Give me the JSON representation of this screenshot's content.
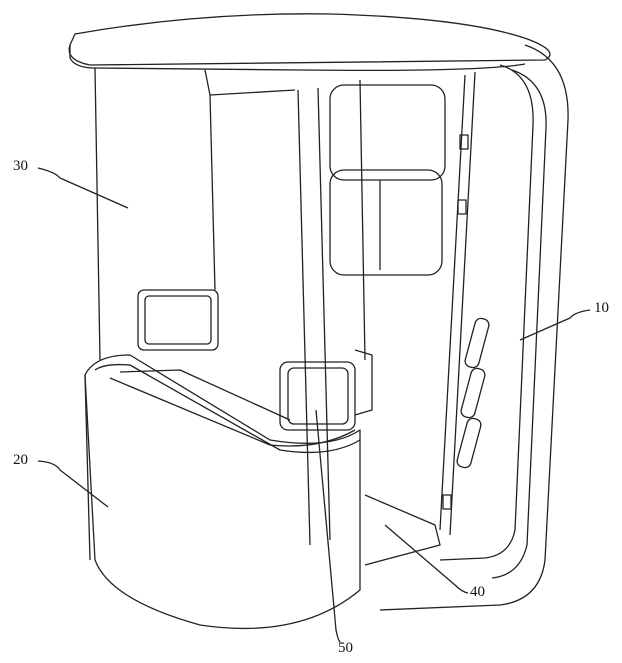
{
  "figure": {
    "labels": {
      "cabin_shell": "10",
      "base_unit": "20",
      "side_panel": "30",
      "floor": "40",
      "door_handle_panel": "50"
    }
  }
}
